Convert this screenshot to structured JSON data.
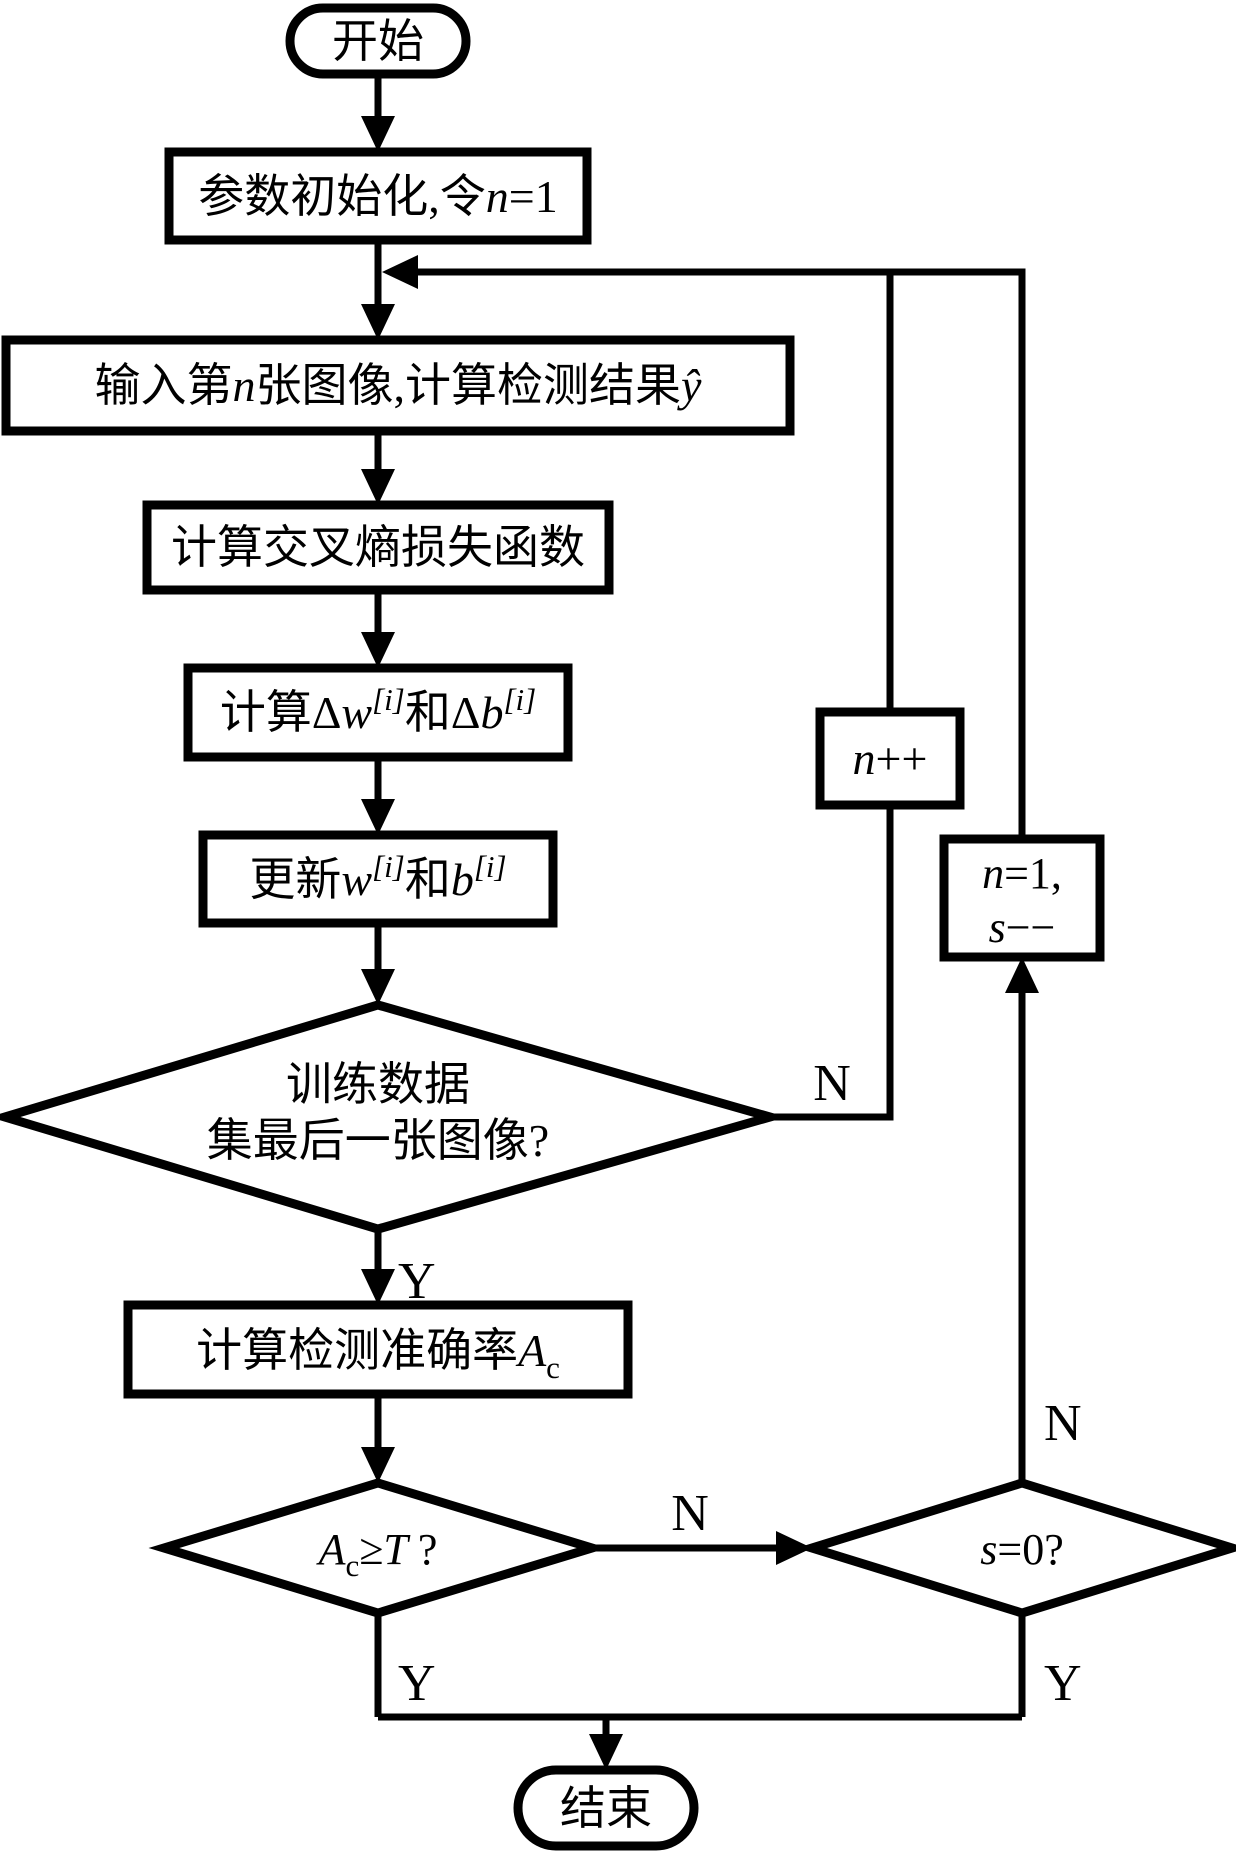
{
  "figure": {
    "kind": "flowchart",
    "background": "#ffffff",
    "line_color": "#000000"
  },
  "nodes": {
    "start": {
      "shape": "terminator",
      "label": "开始"
    },
    "init": {
      "shape": "process",
      "pre": "参数初始化,令",
      "var_n": "n",
      "post": "=1"
    },
    "input": {
      "shape": "process",
      "pre": "输入第",
      "var_n": "n",
      "mid": "张图像,计算检测结果",
      "var_yhat": "ŷ"
    },
    "loss": {
      "shape": "process",
      "label": "计算交叉熵损失函数"
    },
    "grad": {
      "shape": "process",
      "pre": "计算Δ",
      "var_w": "w",
      "sup_w": "[i]",
      "mid": "和Δ",
      "var_b": "b",
      "sup_b": "[i]"
    },
    "update": {
      "shape": "process",
      "pre": "更新",
      "var_w": "w",
      "sup_w": "[i]",
      "mid": "和",
      "var_b": "b",
      "sup_b": "[i]"
    },
    "last_image_check": {
      "shape": "decision",
      "line1": "训练数据",
      "line2": "集最后一张图像?"
    },
    "n_increment": {
      "shape": "process",
      "var_n": "n",
      "op": "++"
    },
    "accuracy": {
      "shape": "process",
      "pre": "计算检测准确率",
      "var_A": "A",
      "sub_c": "c"
    },
    "accuracy_check": {
      "shape": "decision",
      "var_A": "A",
      "sub_c": "c",
      "rel": "≥",
      "var_T": "T",
      "q": "?"
    },
    "s_check": {
      "shape": "decision",
      "var_s": "s",
      "rest": "=0?"
    },
    "reset": {
      "shape": "process",
      "l1_var": "n",
      "l1_rest": "=1,",
      "l2_var": "s",
      "l2_rest": "−−"
    },
    "end": {
      "shape": "terminator",
      "label": "结束"
    }
  },
  "edge_labels": {
    "last_image_no": "N",
    "last_image_yes": "Y",
    "accuracy_no": "N",
    "accuracy_yes": "Y",
    "s_no": "N",
    "s_yes": "Y"
  }
}
